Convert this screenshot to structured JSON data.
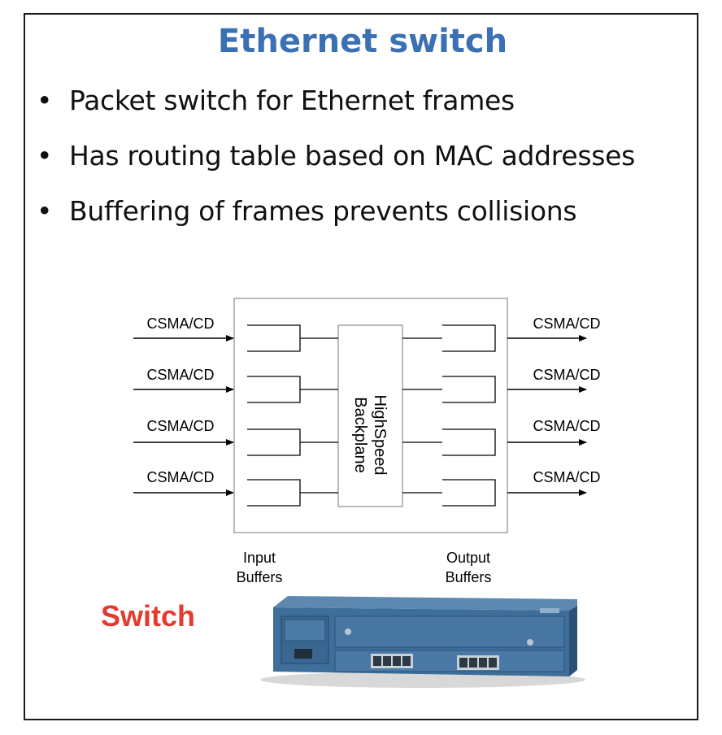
{
  "slide": {
    "title": "Ethernet switch",
    "bullets": [
      "Packet switch for Ethernet frames",
      "Has routing table based on MAC addresses",
      "Buffering of frames prevents collisions"
    ]
  },
  "diagram": {
    "input_links": [
      "CSMA/CD",
      "CSMA/CD",
      "CSMA/CD",
      "CSMA/CD"
    ],
    "output_links": [
      "CSMA/CD",
      "CSMA/CD",
      "CSMA/CD",
      "CSMA/CD"
    ],
    "backplane_line1": "HighSpeed",
    "backplane_line2": "Backplane",
    "input_buffers_line1": "Input",
    "input_buffers_line2": "Buffers",
    "output_buffers_line1": "Output",
    "output_buffers_line2": "Buffers"
  },
  "photo": {
    "label": "Switch",
    "label_color": "#e33b2e"
  },
  "colors": {
    "title": "#3b70b4",
    "switch_body": "#3e6e9a"
  }
}
